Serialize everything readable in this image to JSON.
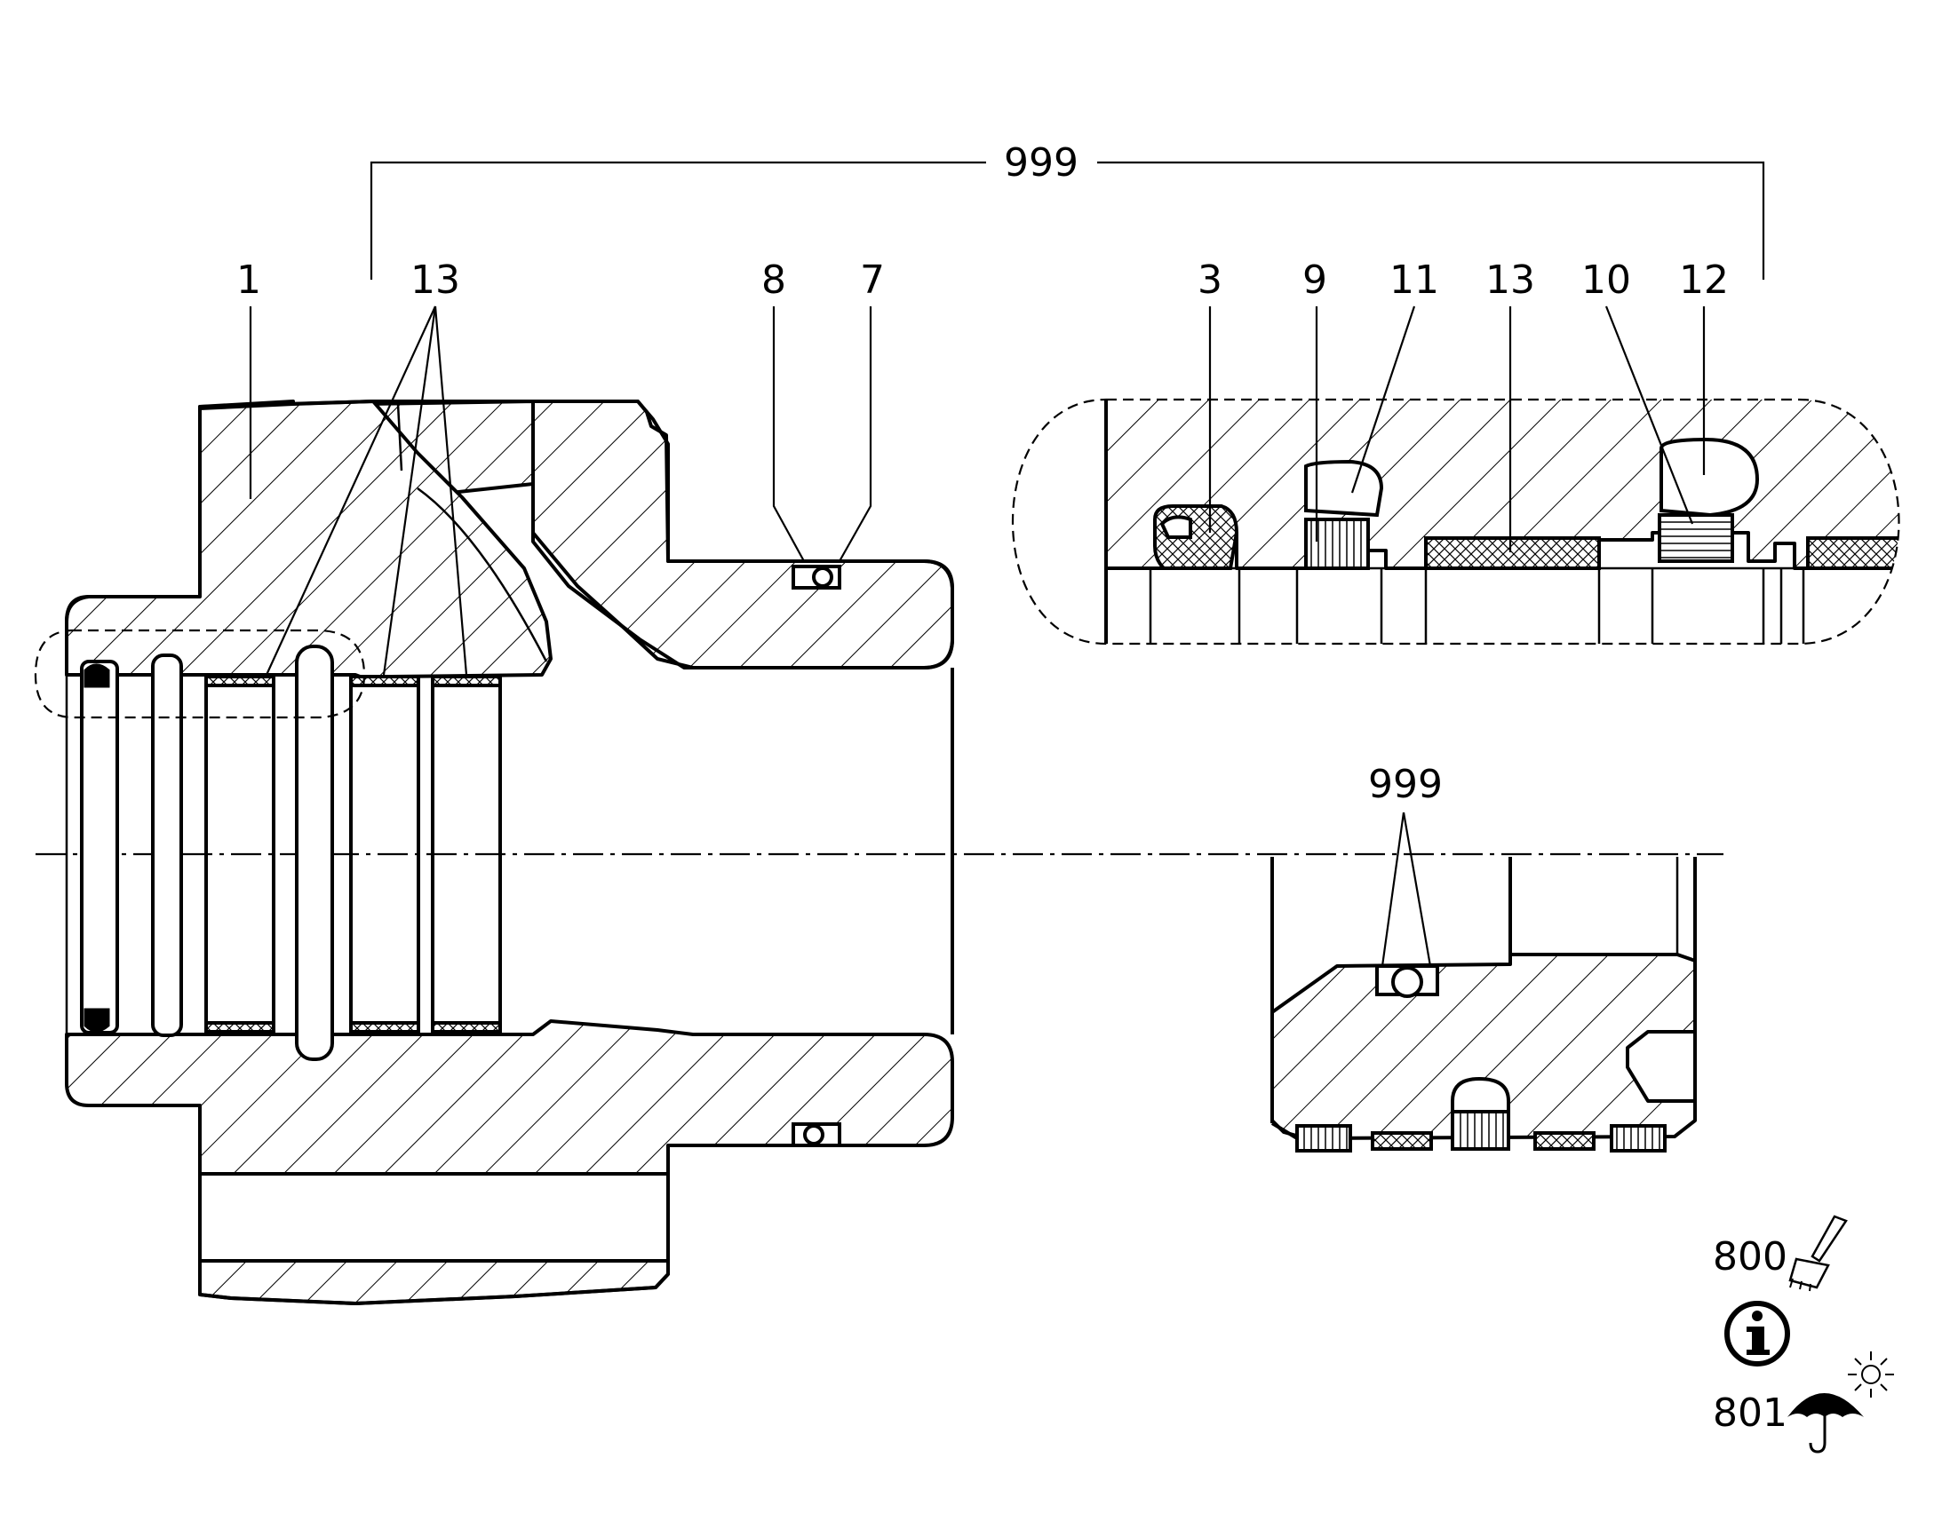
{
  "labels": {
    "assembly_top": "999",
    "housing": "1",
    "sleeves_left": "13",
    "seal_8": "8",
    "oring_7": "7",
    "detail_3": "3",
    "detail_9": "9",
    "detail_11": "11",
    "detail_13": "13",
    "detail_10": "10",
    "detail_12": "12",
    "assembly_lower": "999",
    "lubricant_ref": "800",
    "storage_ref": "801"
  },
  "icons": [
    "brush-icon",
    "info-icon",
    "umbrella-icon",
    "sun-icon"
  ]
}
